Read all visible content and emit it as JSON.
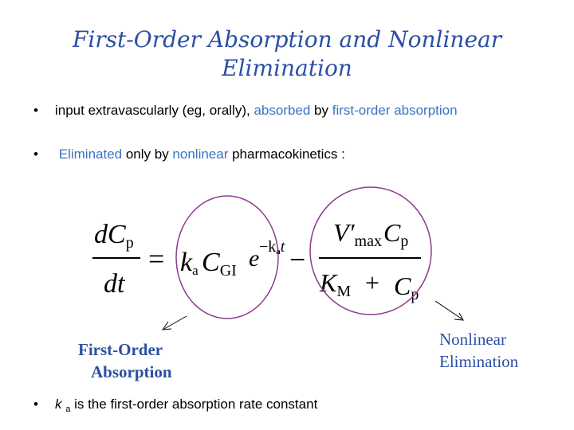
{
  "title": "First-Order Absorption and Nonlinear Elimination",
  "bullets": [
    {
      "parts": [
        "input extravascularly (eg, orally), ",
        "absorbed",
        " by ",
        "first-order absorption"
      ]
    },
    {
      "parts": [
        "Eliminated",
        " only by ",
        "nonlinear",
        " pharmacokinetics :"
      ]
    }
  ],
  "equation": {
    "lhs_num": "dC",
    "lhs_num_sub": "p",
    "lhs_den": "dt",
    "equals": "=",
    "ka": "k",
    "ka_sub": "a",
    "cgi": "C",
    "cgi_sub": "GI",
    "exp_base": "e",
    "exp_power": "−k",
    "exp_power_sub": "a",
    "exp_power_t": "t",
    "minus": "−",
    "vmax": "V′",
    "vmax_sub": "max",
    "cp": "C",
    "cp_sub": "p",
    "km": "K",
    "km_sub": "M",
    "plus": "+",
    "cp2": "C",
    "cp2_sub": "p"
  },
  "labels": {
    "first_order_1": "First-Order",
    "first_order_2": "Absorption",
    "nonlinear_1": "Nonlinear",
    "nonlinear_2": "Elimination"
  },
  "footnote": {
    "k": "k",
    "sub": "a",
    "text": " is the first-order absorption rate constant"
  },
  "colors": {
    "title": "#2b4fa3",
    "highlight": "#3b73c4",
    "circle": "#8e3b8e",
    "arrow": "#000000"
  }
}
